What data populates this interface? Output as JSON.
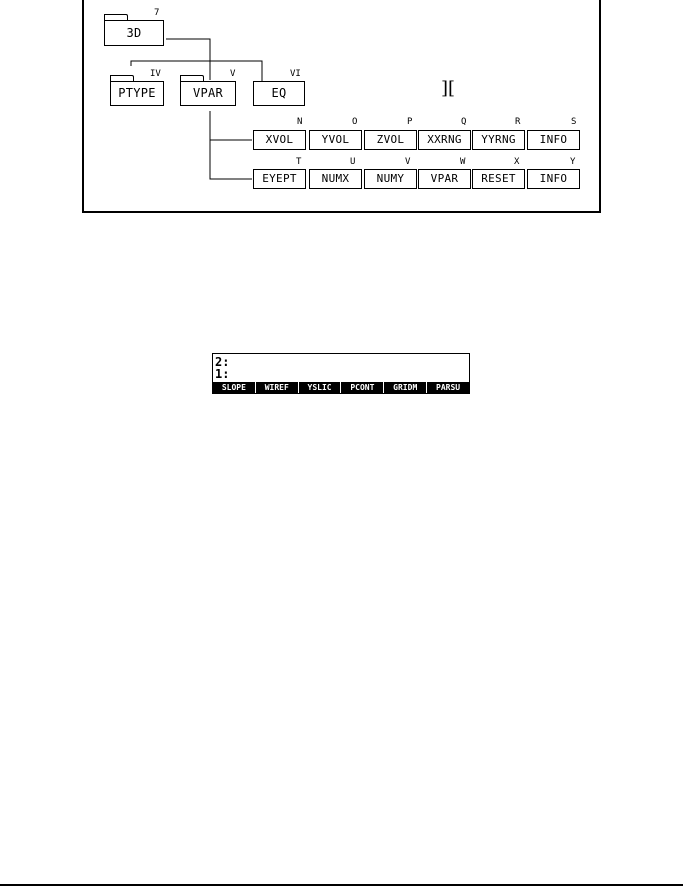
{
  "diagram": {
    "root": {
      "label": "3D",
      "marker": "7"
    },
    "subdirs": [
      {
        "label": "PTYPE",
        "marker": "IV"
      },
      {
        "label": "VPAR",
        "marker": "V"
      },
      {
        "label": "EQ",
        "marker": "VI"
      }
    ],
    "row1": [
      {
        "label": "XVOL",
        "marker": "N"
      },
      {
        "label": "YVOL",
        "marker": "O"
      },
      {
        "label": "ZVOL",
        "marker": "P"
      },
      {
        "label": "XXRNG",
        "marker": "Q"
      },
      {
        "label": "YYRNG",
        "marker": "R"
      },
      {
        "label": "INFO",
        "marker": "S"
      }
    ],
    "row2": [
      {
        "label": "EYEPT",
        "marker": "T"
      },
      {
        "label": "NUMX",
        "marker": "U"
      },
      {
        "label": "NUMY",
        "marker": "V"
      },
      {
        "label": "VPAR",
        "marker": "W"
      },
      {
        "label": "RESET",
        "marker": "X"
      },
      {
        "label": "INFO",
        "marker": "Y"
      }
    ],
    "cursor_glyph": "]["
  },
  "screen": {
    "stack_lines": [
      "2:",
      "1:"
    ],
    "softkeys": [
      "SLOPE",
      "WIREF",
      "YSLIC",
      "PCONT",
      "GRIDM",
      "PARSU"
    ]
  }
}
